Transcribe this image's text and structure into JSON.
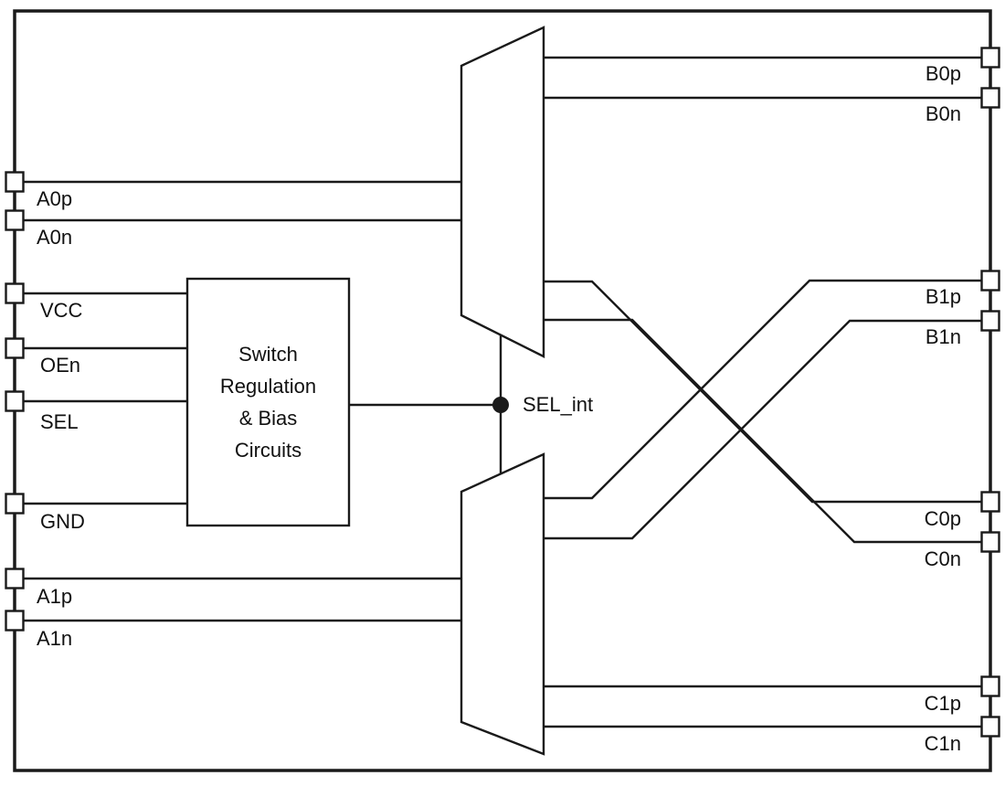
{
  "chip": {
    "left_pins": [
      {
        "label": "A0p"
      },
      {
        "label": "A0n"
      },
      {
        "label": "VCC"
      },
      {
        "label": "OEn"
      },
      {
        "label": "SEL"
      },
      {
        "label": "GND"
      },
      {
        "label": "A1p"
      },
      {
        "label": "A1n"
      }
    ],
    "right_pins": [
      {
        "label": "B0p"
      },
      {
        "label": "B0n"
      },
      {
        "label": "B1p"
      },
      {
        "label": "B1n"
      },
      {
        "label": "C0p"
      },
      {
        "label": "C0n"
      },
      {
        "label": "C1p"
      },
      {
        "label": "C1n"
      }
    ],
    "control_block": {
      "label": "Switch\nRegulation\n& Bias\nCircuits"
    },
    "internal_net": {
      "label": "SEL_int"
    },
    "colors": {
      "line": "#1a1a1a",
      "background": "#ffffff"
    }
  }
}
